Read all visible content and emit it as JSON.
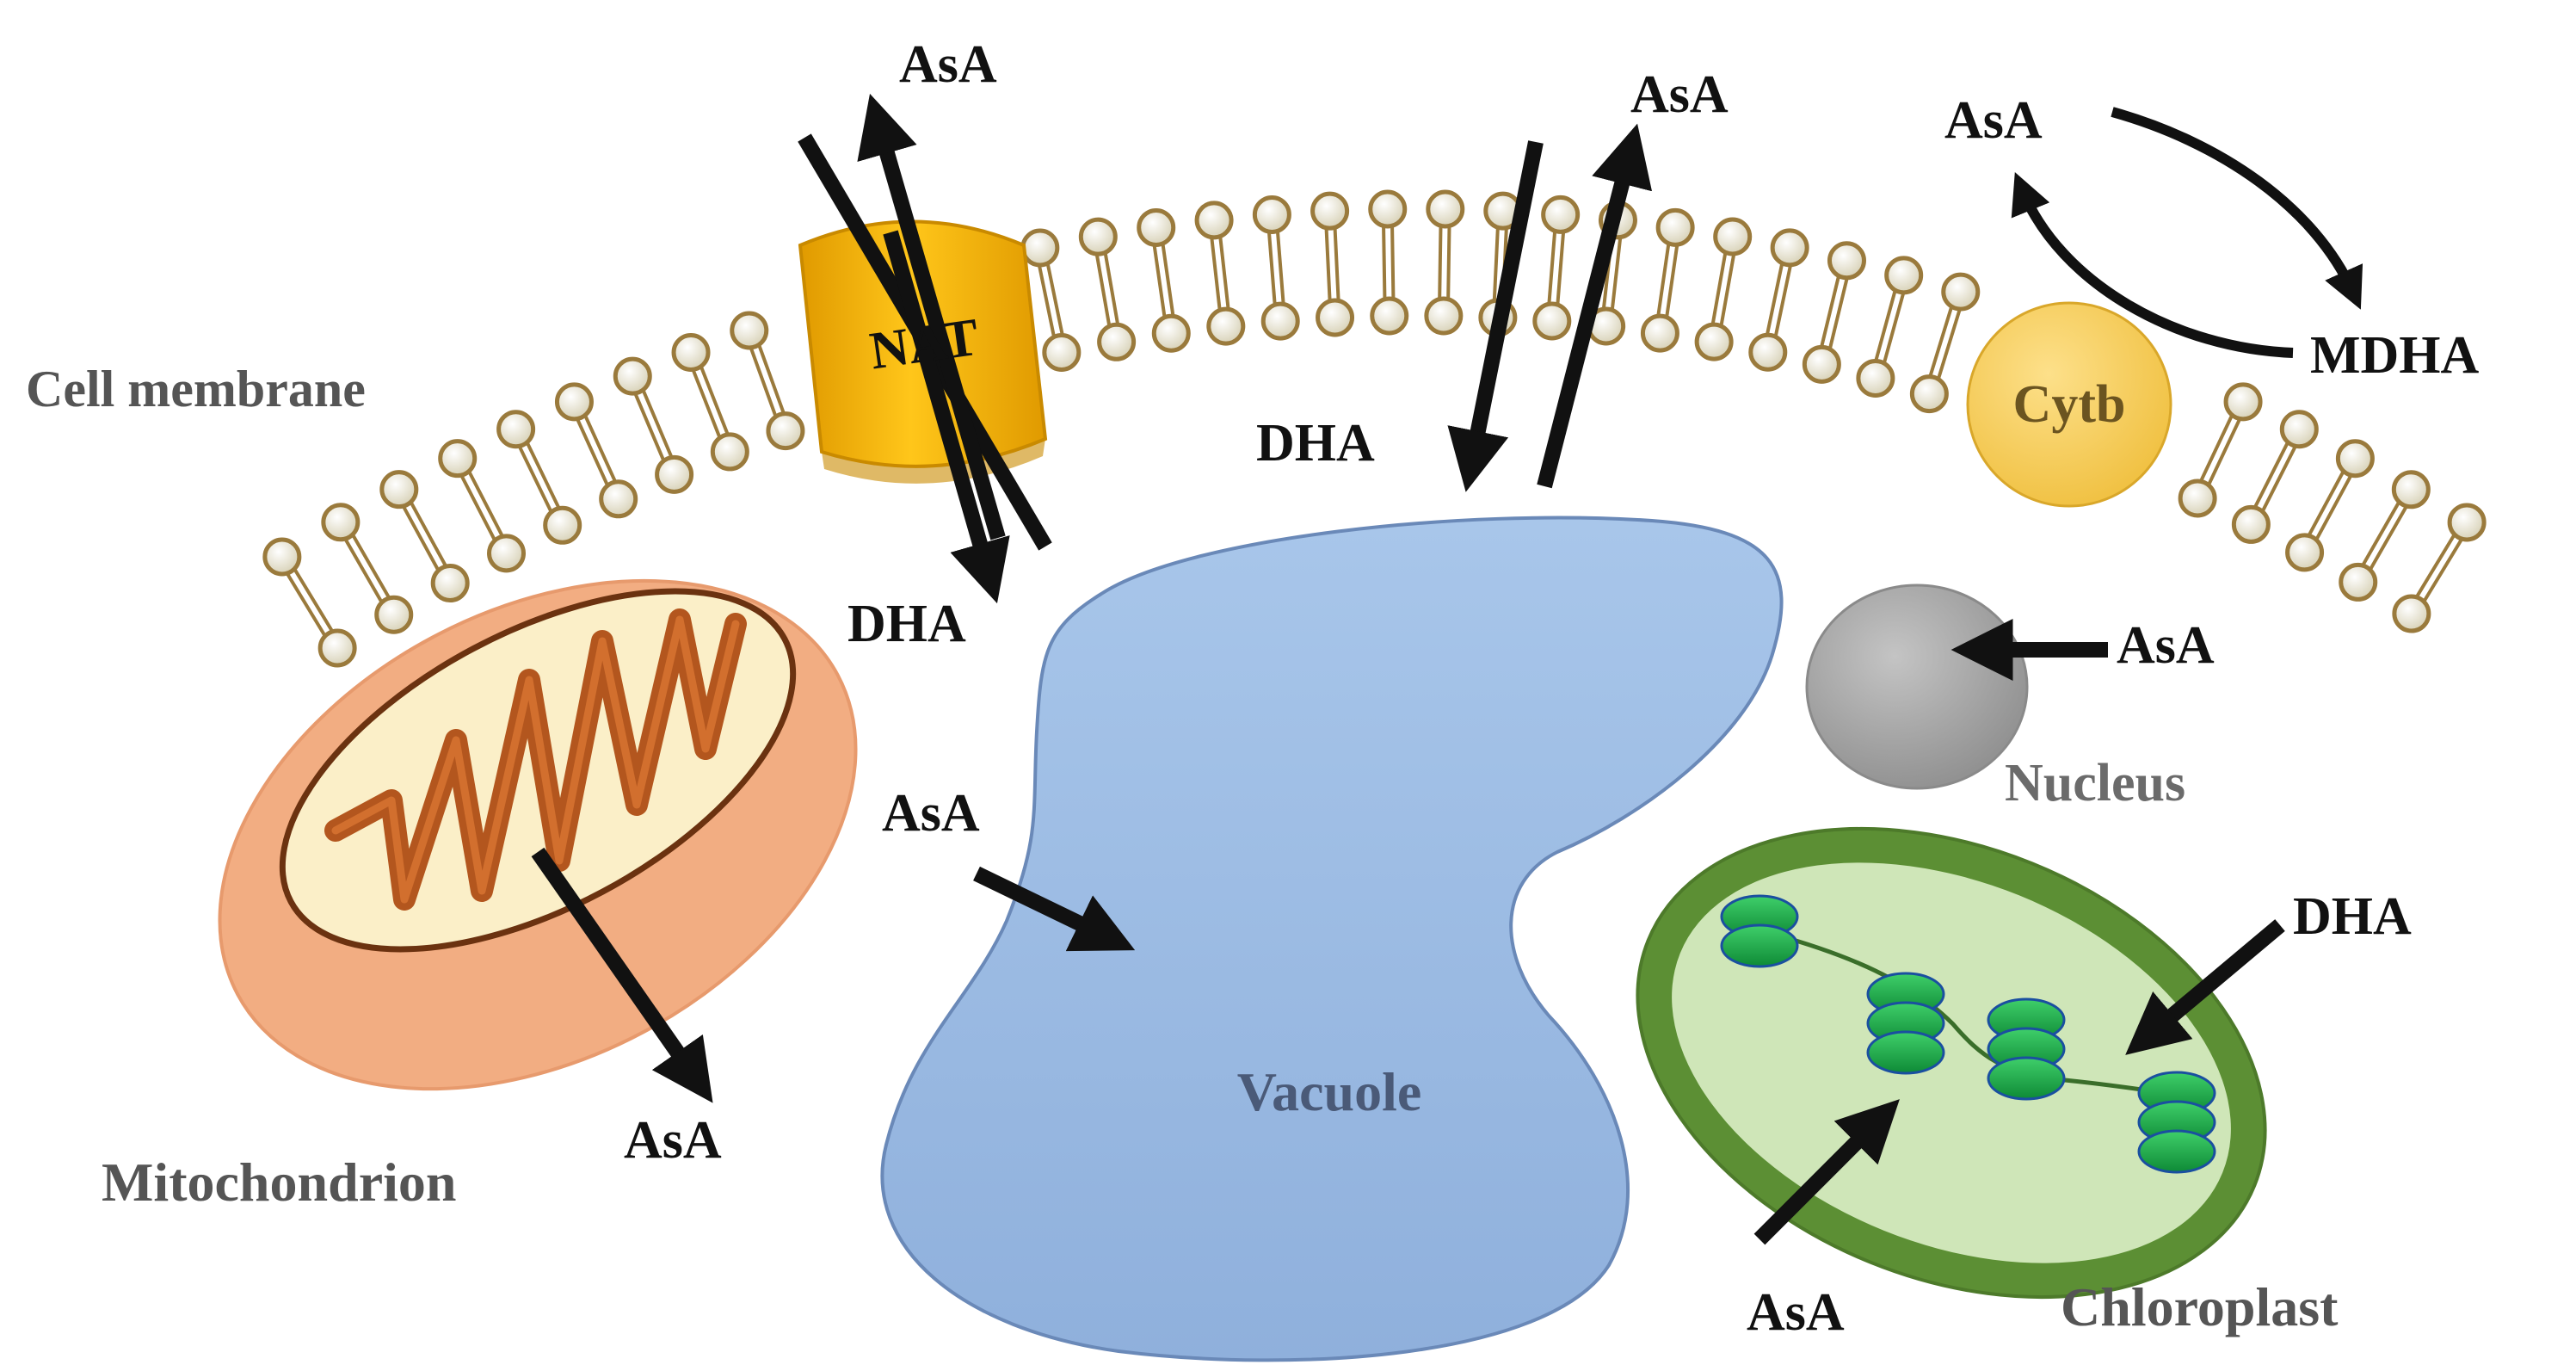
{
  "labels": {
    "cell_membrane": "Cell membrane",
    "nat": "NAT",
    "cytb": "Cytb",
    "vacuole": "Vacuole",
    "nucleus": "Nucleus",
    "mitochondrion": "Mitochondrion",
    "chloroplast": "Chloroplast",
    "asa": "AsA",
    "dha": "DHA",
    "mdha": "MDHA"
  },
  "colors": {
    "text_black": "#111111",
    "text_gray": "#555555",
    "nucleus_label": "#6b6b6b",
    "vacuole_label": "#4a5a78",
    "nat_fill": "#f5b800",
    "cytb_fill": "#f7d260",
    "lipid_head": "#ece8d6",
    "lipid_outline": "#9a7a3c",
    "vacuole_fill": "#9dbde3",
    "mito_outer": "#f2ad82",
    "mito_inner": "#fbefc8",
    "mito_crista": "#b3561e",
    "chloro_outer": "#5c8f34",
    "chloro_inner": "#cfe6b8",
    "thylakoid": "#1aa84a",
    "nucleus_fill": "#a8a8a8"
  }
}
